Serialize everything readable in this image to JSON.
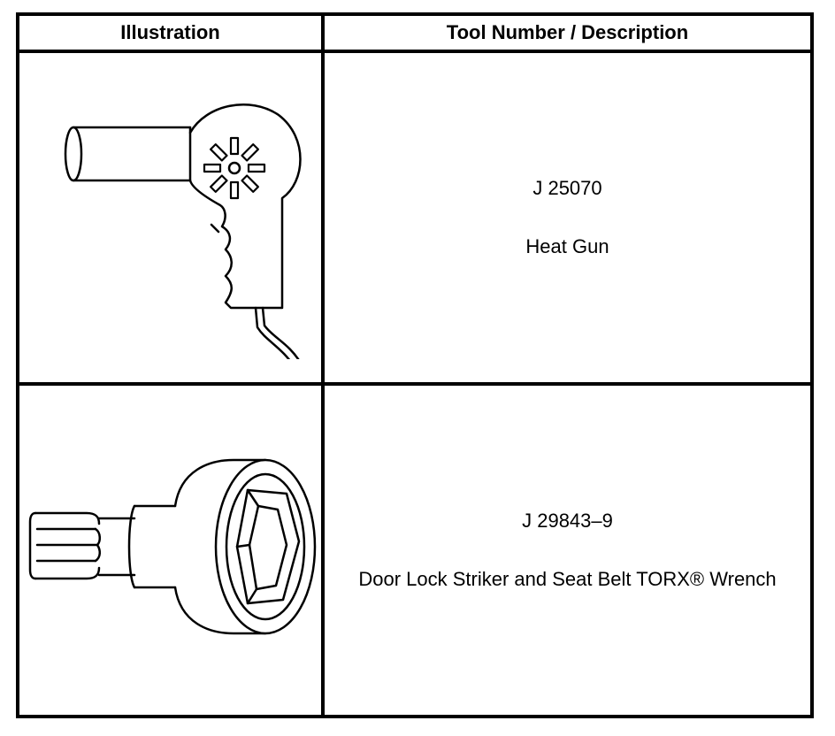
{
  "table": {
    "headers": {
      "illustration": "Illustration",
      "description": "Tool Number / Description"
    },
    "rows": [
      {
        "icon": "heat-gun-icon",
        "tool_number": "J 25070",
        "description": "Heat Gun"
      },
      {
        "icon": "torx-wrench-icon",
        "tool_number": "J 29843–9",
        "description": "Door Lock Striker and Seat Belt TORX® Wrench"
      }
    ]
  }
}
